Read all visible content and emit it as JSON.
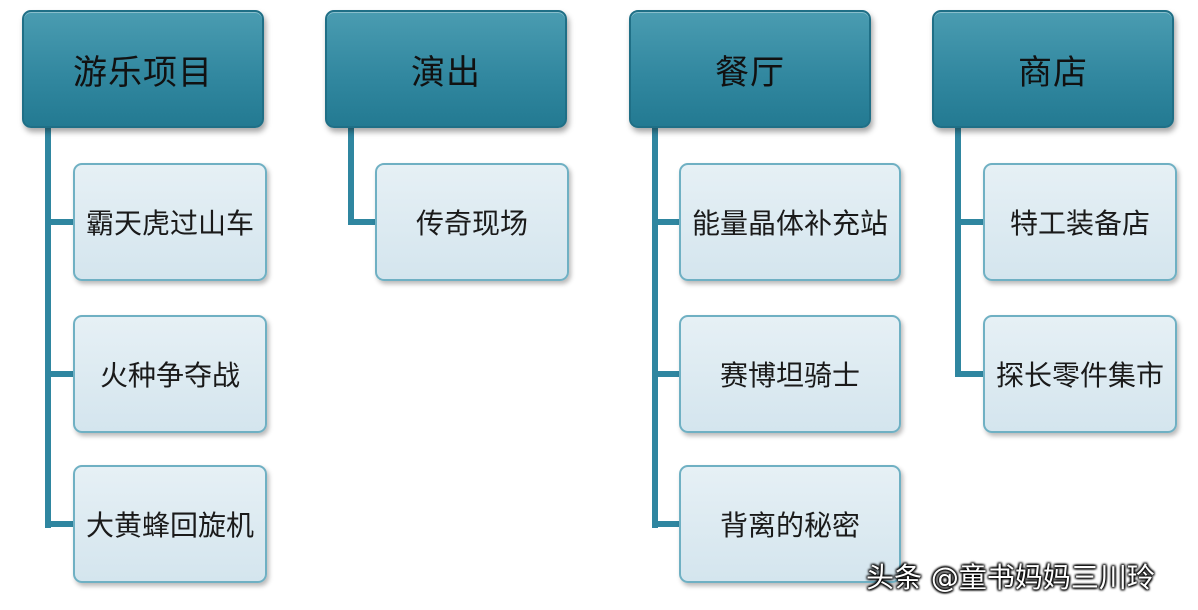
{
  "columns": [
    {
      "header": "游乐项目",
      "items": [
        "霸天虎过山车",
        "火种争夺战",
        "大黄蜂回旋机"
      ]
    },
    {
      "header": "演出",
      "items": [
        "传奇现场"
      ]
    },
    {
      "header": "餐厅",
      "items": [
        "能量晶体补充站",
        "赛博坦骑士",
        "背离的秘密"
      ]
    },
    {
      "header": "商店",
      "items": [
        "特工装备店",
        "探长零件集市"
      ]
    }
  ],
  "watermark": "头条 @童书妈妈三川玲",
  "colors": {
    "header_fill": "#3288a0",
    "child_fill": "#dde9f0",
    "connector": "#2f86a0"
  }
}
